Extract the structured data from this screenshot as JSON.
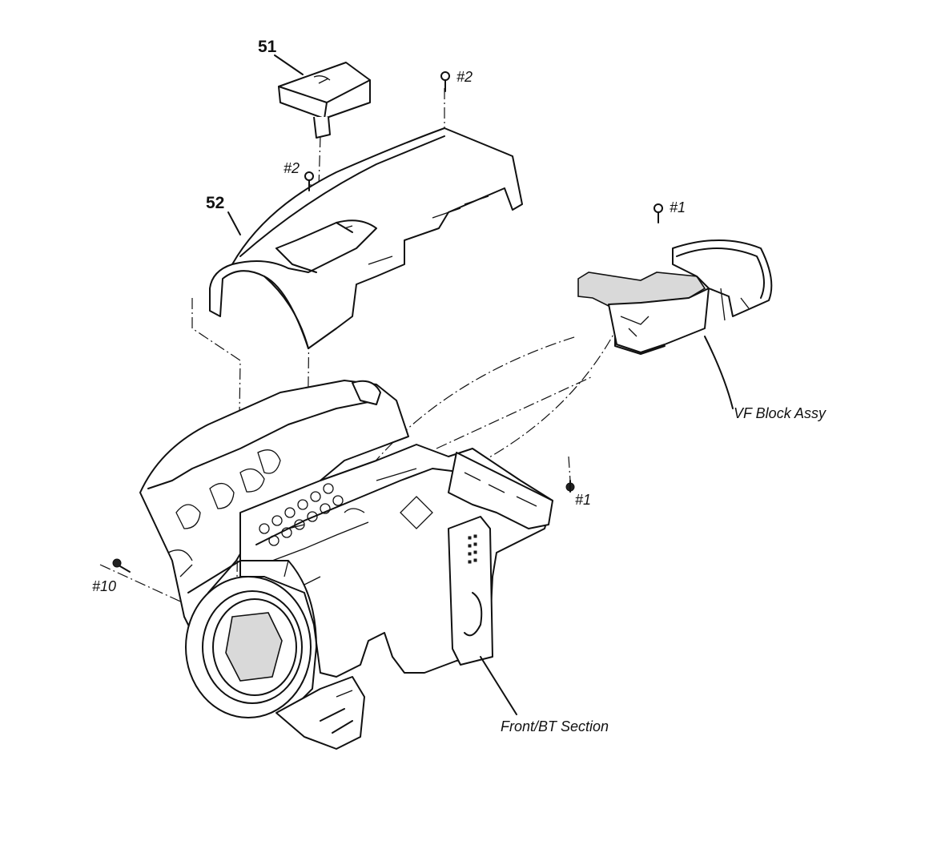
{
  "labels": {
    "part51": "51",
    "part52": "52",
    "screw2_top": "#2",
    "screw2_mid": "#2",
    "screw1_vf": "#1",
    "screw1_right": "#1",
    "screw10": "#10",
    "vf_block": "VF Block Assy",
    "front_bt": "Front/BT Section"
  }
}
